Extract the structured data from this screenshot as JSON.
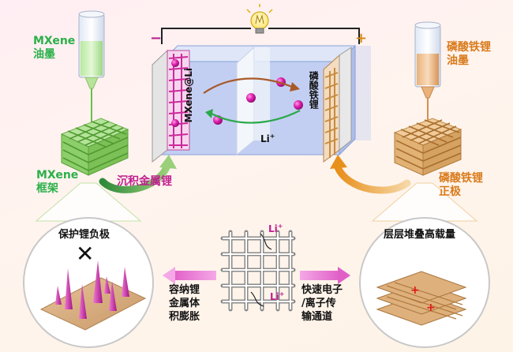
{
  "labels": {
    "mxene_ink": [
      "MXene",
      "油墨"
    ],
    "mxene_frame": [
      "MXene",
      "框架"
    ],
    "lfp_ink": [
      "磷酸铁锂",
      "油墨"
    ],
    "lfp_cathode": [
      "磷酸铁锂",
      "正极"
    ],
    "deposit_li": "沉积金属锂",
    "anode_label": "MXene@Li",
    "cathode_label": "磷酸铁锂",
    "li_ion": "Li",
    "li_ion_sup": "+",
    "minus": "−",
    "plus": "+",
    "protect_anode": "保护锂负极",
    "high_loading": "层层堆叠高载量",
    "accommodate_li": [
      "容纳锂",
      "金属体",
      "积膨胀"
    ],
    "fast_transport": [
      "快速电子",
      "/离子传",
      "输通道"
    ],
    "lattice_li_top": "Li",
    "lattice_li_top_sup": "+",
    "lattice_li_bottom": "Li",
    "lattice_li_bottom_sup": "+",
    "cross": "✕"
  },
  "colors": {
    "green": "#2bb04a",
    "orange": "#d97a1a",
    "magenta": "#c0208f",
    "electrolyte": "#b9c6f0"
  }
}
